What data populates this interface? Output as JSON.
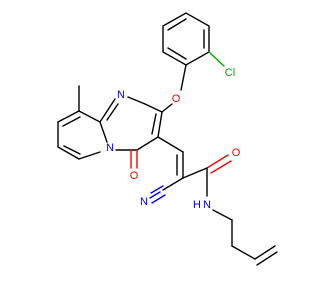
{
  "molecule": {
    "atoms": {
      "cl": "Cl",
      "ether_o": "O",
      "n_ring_top": "N",
      "n_ring_fused": "N",
      "carbonyl_o": "O",
      "amide_o": "O",
      "nitrile_n": "N",
      "amide_nh": "N",
      "amide_h": "H"
    },
    "colors": {
      "bond": "#000000",
      "oxygen": "#ff0000",
      "nitrogen": "#0000ff",
      "chlorine": "#00aa00",
      "carbon_text": "#000000"
    }
  }
}
